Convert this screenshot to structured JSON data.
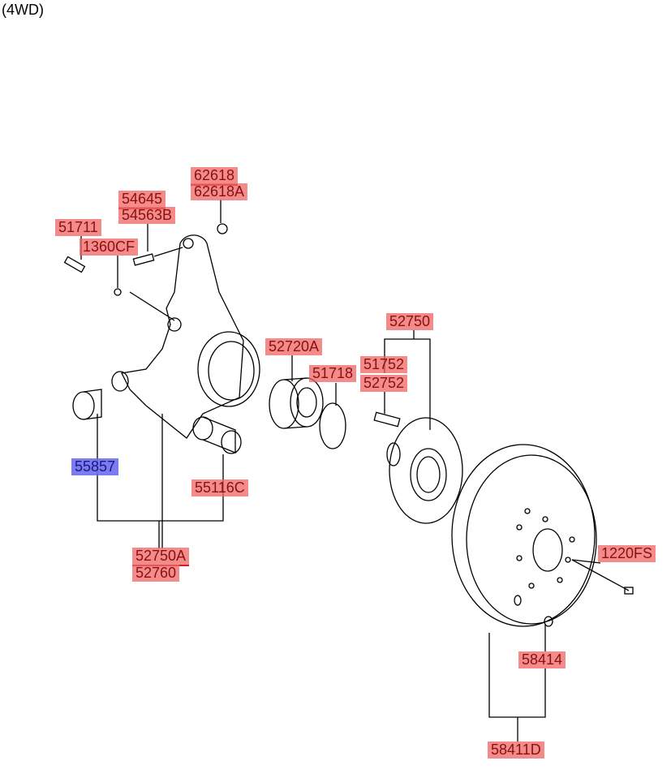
{
  "caption": "(4WD)",
  "labels": {
    "l62618": "62618",
    "l62618A": "62618A",
    "l54645": "54645",
    "l54563B": "54563B",
    "l51711": "51711",
    "l1360CF": "1360CF",
    "l52720A": "52720A",
    "l52750": "52750",
    "l51718": "51718",
    "l51752": "51752",
    "l52752": "52752",
    "l55857": "55857",
    "l55116C": "55116C",
    "l52750A": "52750A",
    "l52760": "52760",
    "l1220FS": "1220FS",
    "l58414": "58414",
    "l58411D": "58411D"
  },
  "colors": {
    "highlight": "#f06464",
    "selected": "#6e6ef0"
  }
}
